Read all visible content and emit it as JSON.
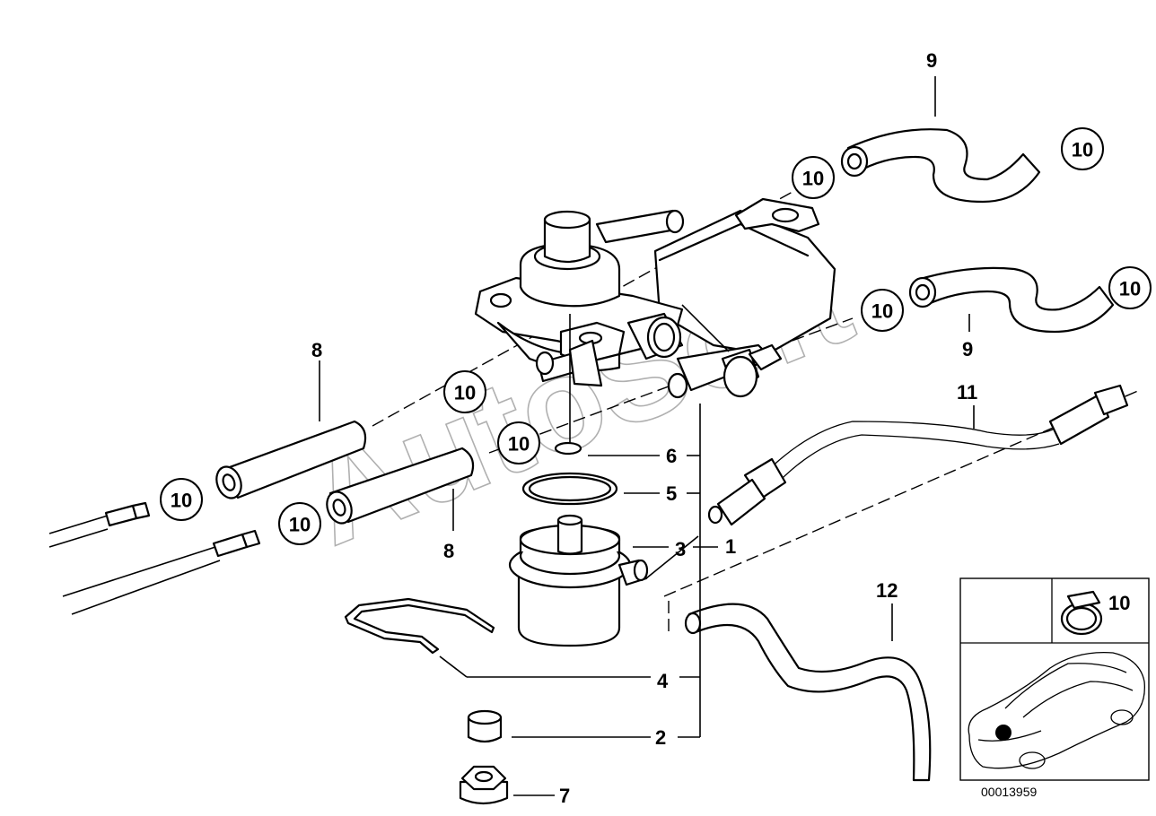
{
  "watermark": "AutoSoft",
  "diagram_code": "00013959",
  "labels": {
    "l1": "1",
    "l2": "2",
    "l3": "3",
    "l4": "4",
    "l5": "5",
    "l6": "6",
    "l7": "7",
    "l8a": "8",
    "l8b": "8",
    "l9a": "9",
    "l9b": "9",
    "l11": "11",
    "l12": "12",
    "inset10": "10"
  },
  "callouts": [
    "10",
    "10",
    "10",
    "10",
    "10",
    "10",
    "10",
    "10",
    "10"
  ]
}
